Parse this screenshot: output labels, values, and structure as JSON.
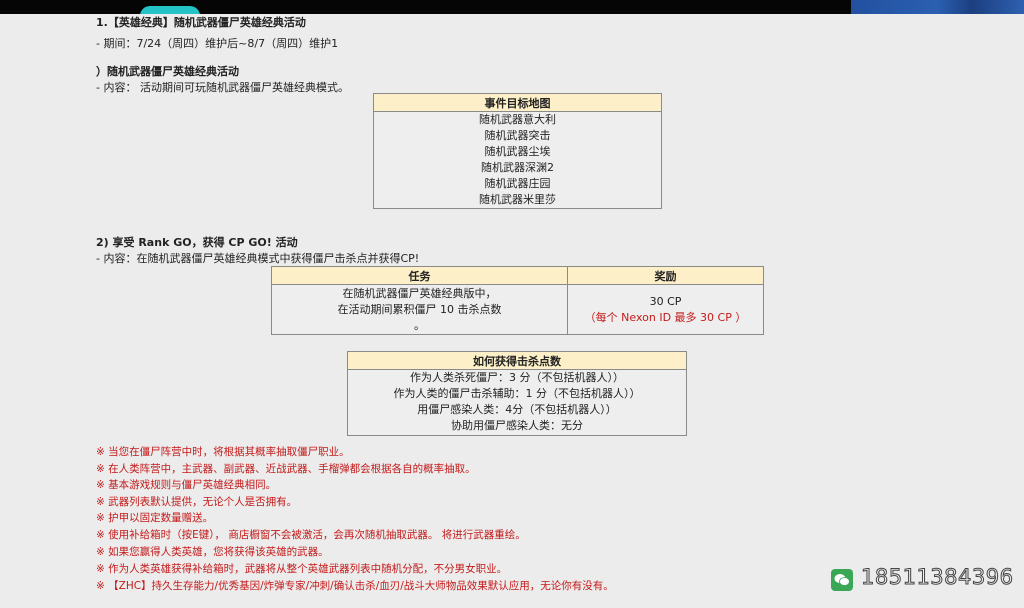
{
  "header_cut": "1.【英雄经典】随机武器僵尸英雄经典活动",
  "period": "- 期间：7/24（周四）维护后~8/7（周四）维护1",
  "section1": {
    "title": "）随机武器僵尸英雄经典活动",
    "content": "- 内容：  活动期间可玩随机武器僵尸英雄经典模式。",
    "table_header": "事件目标地图",
    "maps": [
      "随机武器意大利",
      "随机武器突击",
      "随机武器尘埃",
      "随机武器深渊2",
      "随机武器庄园",
      "随机武器米里莎"
    ]
  },
  "section2": {
    "title": "2)   享受 Rank GO，获得 CP GO!  活动",
    "content": "- 内容：在随机武器僵尸英雄经典模式中获得僵尸击杀点并获得CP!",
    "task_header": "任务",
    "reward_header": "奖励",
    "task_lines": [
      "在随机武器僵尸英雄经典版中，",
      "在活动期间累积僵尸 10 击杀点数",
      "。"
    ],
    "reward_value": "30 CP",
    "reward_note_open": "（每个 ",
    "reward_note_red": "Nexon ID 最多 30 CP",
    "reward_note_close": " ）"
  },
  "points_table": {
    "header": "如何获得击杀点数",
    "rows": [
      "作为人类杀死僵尸：3 分（不包括机器人））",
      "作为人类的僵尸击杀辅助：1 分（不包括机器人））",
      "用僵尸感染人类：4分（不包括机器人））",
      "协助用僵尸感染人类：无分"
    ]
  },
  "notes": [
    "※ 当您在僵尸阵营中时，将根据其概率抽取僵尸职业。",
    "※ 在人类阵营中，主武器、副武器、近战武器、手榴弹都会根据各自的概率抽取。",
    "※ 基本游戏规则与僵尸英雄经典相同。",
    "※ 武器列表默认提供，无论个人是否拥有。",
    "※ 护甲以固定数量赠送。",
    "※ 使用补给箱时（按E键）， 商店橱窗不会被激活，会再次随机抽取武器。 将进行武器重绘。",
    "※ 如果您赢得人类英雄，您将获得该英雄的武器。",
    "※ 作为人类英雄获得补给箱时，武器将从整个英雄武器列表中随机分配，不分男女职业。",
    "※ 【ZHC】持久生存能力/优秀基因/炸弹专家/冲刺/确认击杀/血刃/战斗大师物品效果默认应用，无论你有没有。"
  ],
  "watermark": {
    "icon": "wechat-icon",
    "phone": "18511384396"
  },
  "colors": {
    "red": "#c41a1a",
    "table_header": "#fdf0c8",
    "wechat": "#3aa757"
  }
}
